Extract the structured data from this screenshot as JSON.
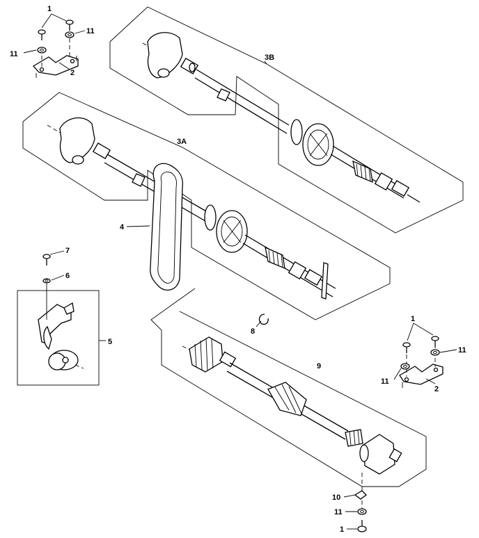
{
  "callouts": [
    {
      "id": "c1a",
      "text": "1"
    },
    {
      "id": "c11a",
      "text": "11"
    },
    {
      "id": "c11b",
      "text": "11"
    },
    {
      "id": "c2a",
      "text": "2"
    },
    {
      "id": "c3b",
      "text": "3B"
    },
    {
      "id": "c3a",
      "text": "3A"
    },
    {
      "id": "c4",
      "text": "4"
    },
    {
      "id": "c7",
      "text": "7"
    },
    {
      "id": "c6",
      "text": "6"
    },
    {
      "id": "c5",
      "text": "5"
    },
    {
      "id": "c8",
      "text": "8"
    },
    {
      "id": "c9",
      "text": "9"
    },
    {
      "id": "c1b",
      "text": "1"
    },
    {
      "id": "c11c",
      "text": "11"
    },
    {
      "id": "c11d",
      "text": "11"
    },
    {
      "id": "c2b",
      "text": "2"
    },
    {
      "id": "c10",
      "text": "10"
    },
    {
      "id": "c11e",
      "text": "11"
    },
    {
      "id": "c1c",
      "text": "1"
    }
  ]
}
